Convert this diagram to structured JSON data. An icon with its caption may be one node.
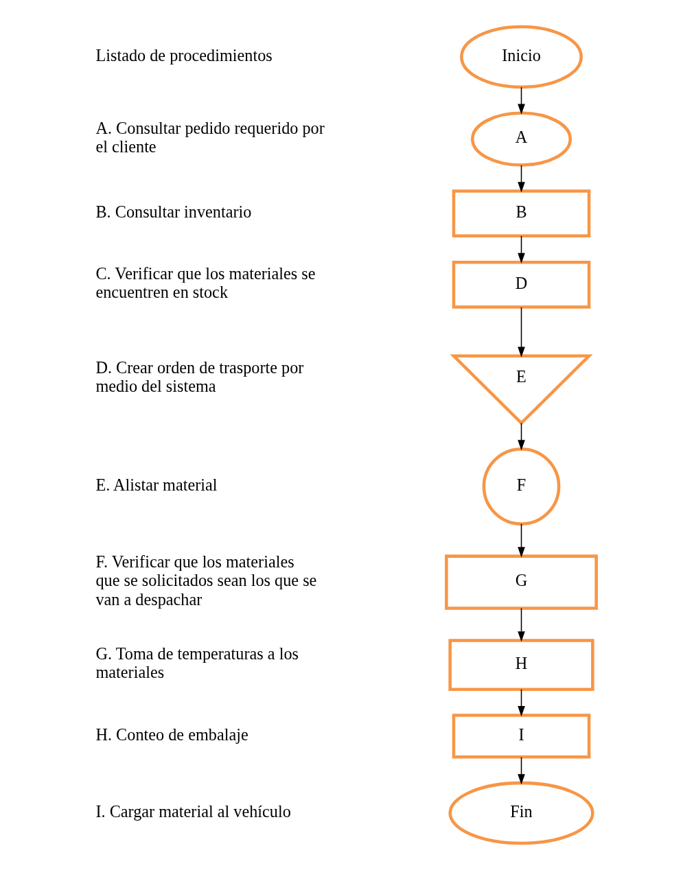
{
  "diagram": {
    "nodes": [
      {
        "text": [
          "Inicio"
        ]
      },
      {
        "text": [
          "A"
        ]
      },
      {
        "text": [
          "B"
        ]
      },
      {
        "text": [
          "D"
        ]
      },
      {
        "text": [
          "E"
        ]
      },
      {
        "text": [
          "F"
        ]
      },
      {
        "text": [
          "G"
        ]
      },
      {
        "text": [
          "H"
        ]
      },
      {
        "text": [
          "I"
        ]
      },
      {
        "text": [
          "Fin"
        ]
      }
    ],
    "edges": [
      {
        "from": 0,
        "to": 1,
        "arrow": "to"
      },
      {
        "from": 1,
        "to": 2,
        "arrow": "to"
      },
      {
        "from": 2,
        "to": 3,
        "arrow": "to"
      },
      {
        "from": 3,
        "to": 4,
        "arrow": "to"
      },
      {
        "from": 4,
        "to": 5,
        "arrow": "to"
      },
      {
        "from": 5,
        "to": 6,
        "arrow": "to"
      },
      {
        "from": 6,
        "to": 7,
        "arrow": "to"
      },
      {
        "from": 7,
        "to": 8,
        "arrow": "to"
      },
      {
        "from": 8,
        "to": 9,
        "arrow": "to"
      }
    ],
    "labels": [
      "Listado de procedimientos",
      "A. Consultar pedido requerido por el cliente",
      "B. Consultar inventario",
      "C. Verificar que los materiales se encuentren en stock",
      "D. Crear orden de trasporte por medio del sistema",
      "E. Alistar material",
      "F. Verificar que los materiales que se solicitados sean los que se van a despachar",
      "G. Toma de temperaturas a los materiales",
      "H. Conteo de embalaje",
      "I. Cargar material al vehículo"
    ]
  }
}
